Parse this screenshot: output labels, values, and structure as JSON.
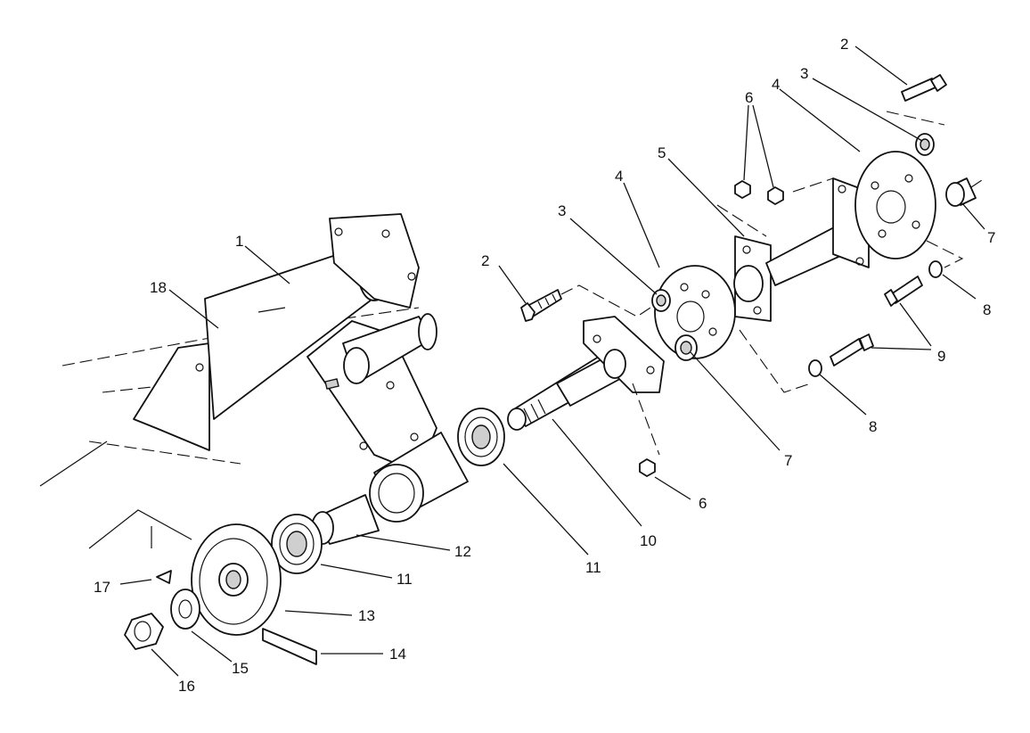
{
  "callouts": {
    "c1": "1",
    "c2a": "2",
    "c2b": "2",
    "c3a": "3",
    "c3b": "3",
    "c4a": "4",
    "c4b": "4",
    "c5": "5",
    "c6a": "6",
    "c6b": "6",
    "c7a": "7",
    "c7b": "7",
    "c8a": "8",
    "c8b": "8",
    "c9": "9",
    "c10": "10",
    "c11a": "11",
    "c11b": "11",
    "c12": "12",
    "c13": "13",
    "c14": "14",
    "c15": "15",
    "c16": "16",
    "c17": "17",
    "c18": "18"
  }
}
